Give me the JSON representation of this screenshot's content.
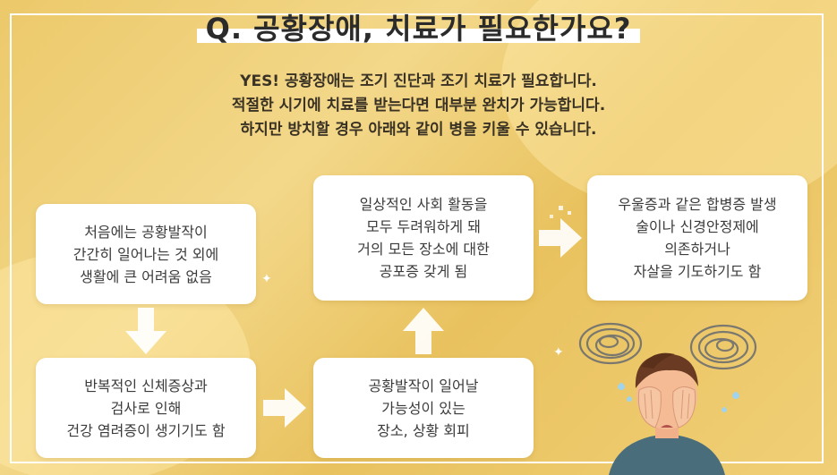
{
  "title": "Q. 공황장애, 치료가 필요한가요?",
  "intro": {
    "line1": "YES! 공황장애는 조기 진단과 조기 치료가 필요합니다.",
    "line2": "적절한 시기에 치료를 받는다면 대부분 완치가 가능합니다.",
    "line3": "하지만 방치할 경우 아래와 같이 병을 키울 수 있습니다."
  },
  "steps": {
    "step1": "처음에는 공황발작이\n간간히 일어나는 것 외에\n생활에 큰 어려움 없음",
    "step2": "반복적인 신체증상과\n검사로 인해\n건강 염려증이 생기기도 함",
    "step3": "공황발작이 일어날\n가능성이 있는\n장소, 상황 회피",
    "step4": "일상적인 사회 활동을\n모두 두려워하게 돼\n거의 모든 장소에 대한\n공포증 갖게 됨",
    "step5": "우울증과 같은 합병증 발생\n술이나 신경안정제에\n의존하거나\n자살을 기도하기도 함"
  },
  "colors": {
    "background": "#ecc96a",
    "arrow": "#ffffff",
    "text": "#3b3b3b"
  }
}
